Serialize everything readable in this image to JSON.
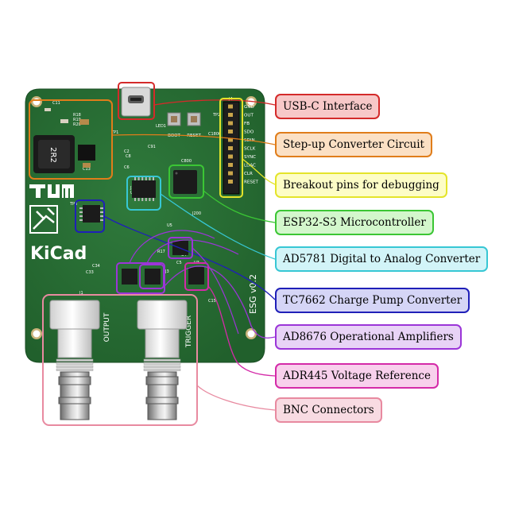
{
  "board": {
    "version": "ESG v0.2",
    "silkscreen": {
      "output": "OUTPUT",
      "trigger": "TRIGGER",
      "boot": "BOOT",
      "reset": "RESET",
      "inductor": "2R2",
      "kicad": "KiCad",
      "pins": [
        "GND",
        "OUT",
        "FB",
        "SDO",
        "SDIN",
        "SCLK",
        "SYNC",
        "LDAC",
        "CLR",
        "RESET"
      ],
      "refs": [
        "C11",
        "R18",
        "R19",
        "R20",
        "TP1",
        "TP2",
        "J4",
        "J2",
        "J1",
        "C13",
        "C6",
        "C2",
        "C8",
        "C800",
        "J200",
        "U2",
        "U4",
        "U5",
        "U3",
        "C33",
        "C34",
        "C5",
        "C15",
        "R17",
        "J3",
        "TP3",
        "C91",
        "LED1",
        "C1800"
      ]
    }
  },
  "labels": [
    {
      "text": "USB-C Interface",
      "fill": "#f7c8c8",
      "stroke": "#d42a2a"
    },
    {
      "text": "Step-up Converter Circuit",
      "fill": "#fbe0c4",
      "stroke": "#e07d1a"
    },
    {
      "text": "Breakout pins for debugging",
      "fill": "#fdfdc6",
      "stroke": "#e4e42a"
    },
    {
      "text": "ESP32-S3 Microcontroller",
      "fill": "#d3f7cc",
      "stroke": "#3bc634"
    },
    {
      "text": "AD5781 Digital to Analog Converter",
      "fill": "#d2f4f8",
      "stroke": "#37c7d4"
    },
    {
      "text": "TC7662 Charge Pump Converter",
      "fill": "#d5d5f6",
      "stroke": "#1f1fb8"
    },
    {
      "text": "AD8676 Operational Amplifiers",
      "fill": "#e8d3f6",
      "stroke": "#9b35d8"
    },
    {
      "text": "ADR445 Voltage Reference",
      "fill": "#f8d0ec",
      "stroke": "#d42aa8"
    },
    {
      "text": "BNC Connectors",
      "fill": "#f8dbe2",
      "stroke": "#e88aa0"
    }
  ]
}
